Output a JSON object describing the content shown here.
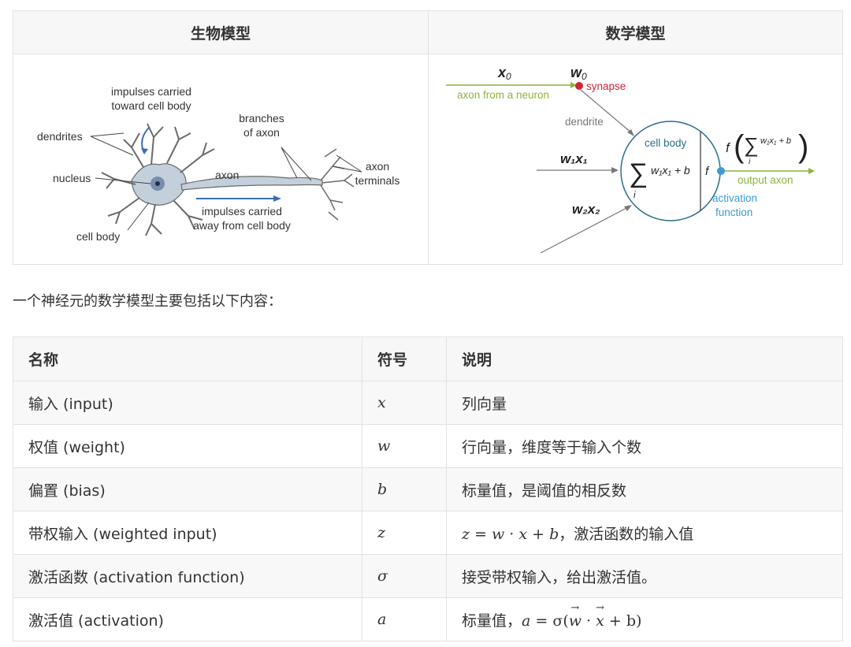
{
  "top_table": {
    "headers": [
      "生物模型",
      "数学模型"
    ],
    "bio": {
      "impulses_toward_l1": "impulses carried",
      "impulses_toward_l2": "toward cell body",
      "dendrites": "dendrites",
      "branches_l1": "branches",
      "branches_l2": "of axon",
      "nucleus": "nucleus",
      "axon": "axon",
      "axon_terminals_l1": "axon",
      "axon_terminals_l2": "terminals",
      "impulses_away_l1": "impulses carried",
      "impulses_away_l2": "away from cell body",
      "cell_body": "cell body"
    },
    "math": {
      "x0": "x",
      "x0_sub": "0",
      "w0": "w",
      "w0_sub": "0",
      "synapse": "synapse",
      "axon_from_neuron": "axon from a neuron",
      "dendrite": "dendrite",
      "w1x1": "w₁x₁",
      "w2x2": "w₂x₂",
      "cell_body": "cell body",
      "sum_symbol": "∑",
      "sum_expr": "w₁x₁ + b",
      "sum_index": "i",
      "f": "f",
      "out_f": "f",
      "out_expr": "w₁x₁ + b",
      "output_axon": "output axon",
      "activation_l1": "activation",
      "activation_l2": "function"
    },
    "colors": {
      "green": "#8cb43c",
      "red": "#d0263a",
      "blue": "#3a9bd5",
      "teal": "#2d6e8c",
      "gray": "#777777",
      "neuron_fill": "#c4cfdc",
      "arrow_blue": "#3a6fb0"
    }
  },
  "intro": "一个神经元的数学模型主要包括以下内容：",
  "param_table": {
    "headers": {
      "name": "名称",
      "symbol": "符号",
      "desc": "说明"
    },
    "rows": [
      {
        "name": "输入 (input)",
        "symbol": "x",
        "desc": "列向量"
      },
      {
        "name": "权值 (weight)",
        "symbol": "w",
        "desc": "行向量，维度等于输入个数"
      },
      {
        "name": "偏置 (bias)",
        "symbol": "b",
        "desc": "标量值，是阈值的相反数"
      },
      {
        "name": "带权输入 (weighted input)",
        "symbol": "z",
        "desc_formula": "z = w · x + b",
        "desc_text": "，激活函数的输入值"
      },
      {
        "name": "激活函数 (activation function)",
        "symbol": "σ",
        "desc": "接受带权输入，给出激活值。"
      },
      {
        "name": "激活值 (activation)",
        "symbol": "a",
        "desc_prefix": "标量值，",
        "desc_formula_a": "a",
        "desc_formula_eq": " = σ(",
        "desc_formula_w": "w",
        "desc_formula_dot": " · ",
        "desc_formula_x": "x",
        "desc_formula_end": " + b)"
      }
    ]
  }
}
